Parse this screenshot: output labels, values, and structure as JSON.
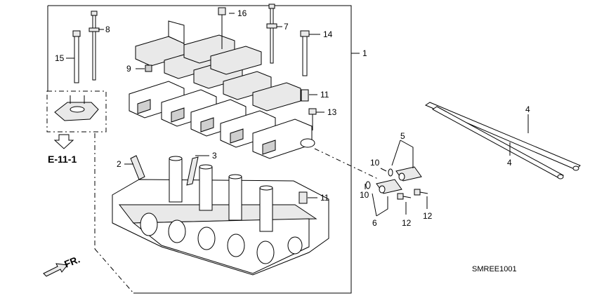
{
  "diagram": {
    "code": "SMREE1001",
    "reference": "E-11-1",
    "front_marker": "FR.",
    "callouts": {
      "c1": "1",
      "c2": "2",
      "c3": "3",
      "c4a": "4",
      "c4b": "4",
      "c5": "5",
      "c6": "6",
      "c7": "7",
      "c8": "8",
      "c9": "9",
      "c10a": "10",
      "c10b": "10",
      "c11a": "11",
      "c11b": "11",
      "c12a": "12",
      "c12b": "12",
      "c13": "13",
      "c14": "14",
      "c15": "15",
      "c16": "16"
    }
  }
}
